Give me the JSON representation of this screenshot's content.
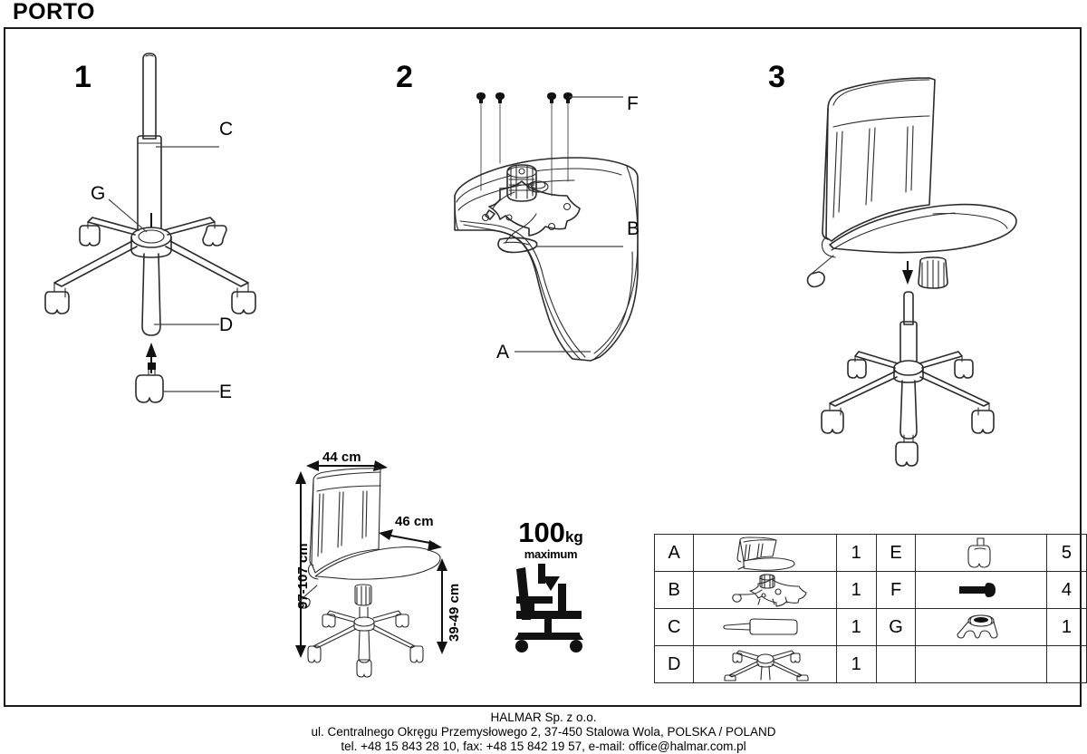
{
  "document": {
    "title": "PORTO",
    "type": "assembly-instruction-sheet"
  },
  "steps": [
    {
      "number": "1",
      "labels": [
        "C",
        "G",
        "D",
        "E"
      ]
    },
    {
      "number": "2",
      "labels": [
        "F",
        "B",
        "A"
      ]
    },
    {
      "number": "3",
      "labels": []
    }
  ],
  "step1": {
    "number": "1",
    "label_c": "C",
    "label_g": "G",
    "label_d": "D",
    "label_e": "E"
  },
  "step2": {
    "number": "2",
    "label_f": "F",
    "label_b": "B",
    "label_a": "A"
  },
  "step3": {
    "number": "3"
  },
  "dimensions": {
    "width": "44 cm",
    "depth": "46 cm",
    "total_height": "97-107 cm",
    "seat_height": "39-49 cm"
  },
  "weight_limit": {
    "value": "100",
    "unit": "kg",
    "qualifier": "maximum"
  },
  "parts_table": {
    "left_rows": [
      {
        "code": "A",
        "icon": "seat-shell-icon",
        "qty": "1"
      },
      {
        "code": "B",
        "icon": "mechanism-icon",
        "qty": "1"
      },
      {
        "code": "C",
        "icon": "gas-lift-icon",
        "qty": "1"
      },
      {
        "code": "D",
        "icon": "five-star-base-icon",
        "qty": "1"
      }
    ],
    "right_rows": [
      {
        "code": "E",
        "icon": "caster-wheel-icon",
        "qty": "5"
      },
      {
        "code": "F",
        "icon": "screw-icon",
        "qty": "4"
      },
      {
        "code": "G",
        "icon": "base-cover-icon",
        "qty": "1"
      },
      {
        "code": "",
        "icon": "",
        "qty": ""
      }
    ]
  },
  "footer": {
    "line1": "HALMAR Sp. z o.o.",
    "line2": "ul. Centralnego Okręgu Przemysłowego 2, 37-450 Stalowa Wola, POLSKA / POLAND",
    "line3": "tel. +48 15 843 28 10, fax: +48 15 842 19 57, e-mail: office@halmar.com.pl"
  },
  "colors": {
    "line": "#2b2b2b",
    "text": "#111111",
    "border": "#1a1a1a"
  }
}
